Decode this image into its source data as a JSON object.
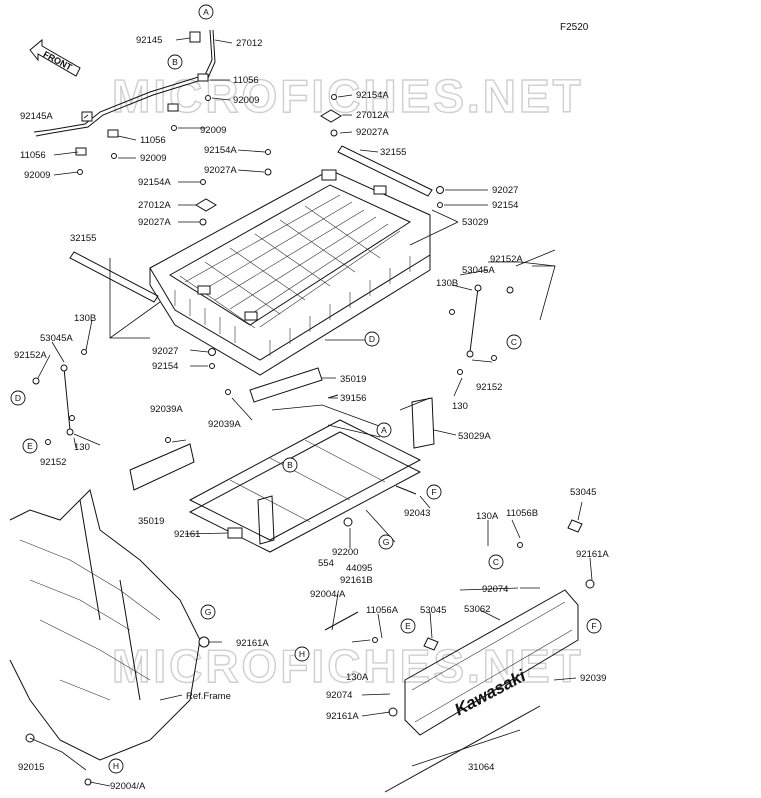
{
  "figure_code": "F2520",
  "front_label": "FRONT",
  "watermark": "MICROFICHES.NET",
  "brand_logo_text": "Kawasaki",
  "ref_frame_label": "Ref.Frame",
  "part_labels": {
    "p92145": "92145",
    "p27012_top": "27012",
    "p11056_a": "11056",
    "p92009_a": "92009",
    "p92145A": "92145A",
    "p11056_b": "11056",
    "p92009_b": "92009",
    "p11056_c": "11056",
    "p92009_c": "92009",
    "p92009_d": "92009",
    "p92154A_a": "92154A",
    "p27012A_a": "27012A",
    "p92027A_a": "92027A",
    "p32155_a": "32155",
    "p92154A_b": "92154A",
    "p92027A_b": "92027A",
    "p92154A_c": "92154A",
    "p27012A_b": "27012A",
    "p92027A_c": "92027A",
    "p92027_a": "92027",
    "p92154_a": "92154",
    "p53029": "53029",
    "p32155_b": "32155",
    "p92152A_a": "92152A",
    "p53045A_a": "53045A",
    "p130B_a": "130B",
    "p130B_b": "130B",
    "p53045A_b": "53045A",
    "p92152A_b": "92152A",
    "p92152_a": "92152",
    "p130_a": "130",
    "p92027_b": "92027",
    "p92154_b": "92154",
    "p35019_a": "35019",
    "p39156": "39156",
    "p92039A_a": "92039A",
    "p92039A_b": "92039A",
    "p53029A": "53029A",
    "p130_b": "130",
    "p92152_b": "92152",
    "p92043": "92043",
    "p35019_b": "35019",
    "p53045_a": "53045",
    "p130A_a": "130A",
    "p11056B": "11056B",
    "p92161": "92161",
    "p92200": "92200",
    "p554": "554",
    "p44095": "44095",
    "p92161B": "92161B",
    "p92161A_a": "92161A",
    "p92074_a": "92074",
    "p92004A_a": "92004/A",
    "p11056A": "11056A",
    "p53045_b": "53045",
    "p53062": "53062",
    "p92161A_b": "92161A",
    "p130A_b": "130A",
    "p92039": "92039",
    "p92074_b": "92074",
    "p92161A_c": "92161A",
    "p92015": "92015",
    "p31064": "31064",
    "p92004A_b": "92004/A"
  },
  "callouts": {
    "A": "A",
    "B": "B",
    "C": "C",
    "D": "D",
    "E": "E",
    "F": "F",
    "G": "G",
    "H": "H"
  }
}
